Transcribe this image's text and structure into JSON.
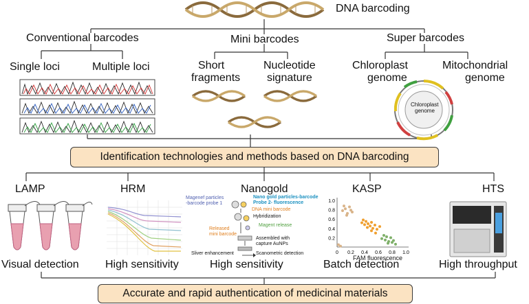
{
  "title": "DNA barcoding",
  "categories": {
    "conventional": "Conventional barcodes",
    "mini": "Mini barcodes",
    "super": "Super barcodes"
  },
  "subcategories": {
    "single_loci": "Single loci",
    "multiple_loci": "Multiple loci",
    "short_fragments_line1": "Short",
    "short_fragments_line2": "fragments",
    "nucleotide_line1": "Nucleotide",
    "nucleotide_line2": "signature",
    "chloroplast_line1": "Chloroplast",
    "chloroplast_line2": "genome",
    "mitochondrial_line1": "Mitochondrial",
    "mitochondrial_line2": "genome",
    "circle_label_line1": "Chloroplast",
    "circle_label_line2": "genome"
  },
  "middle_box": "Identification technologies and methods based on DNA barcoding",
  "methods": {
    "lamp": "LAMP",
    "hrm": "HRM",
    "nanogold": "Nanogold",
    "kasp": "KASP",
    "hts": "HTS"
  },
  "outcomes": {
    "lamp": "Visual detection",
    "hrm": "High sensitivity",
    "nanogold": "High sensitivity",
    "kasp": "Batch detection",
    "hts": "High throughput"
  },
  "nanogold_labels": {
    "magnef": "Magenef particles\n-barcode probe 1",
    "nano_gold": "Nano gold particles-barcode\nProbe 2- fluorescence",
    "dna_mini": "DNA mini barcode",
    "hybridization": "Hybridization",
    "magent_release": "Magent release",
    "released": "Released\nmini barcode",
    "assembled": "Assembled with\ncapture AuNPs",
    "sliver": "Sliver enhancement",
    "scanometric": "Scanometric detection"
  },
  "kasp_plot": {
    "xlabel": "FAM fluorescence",
    "x_ticks": [
      "0",
      "0.2",
      "0.4",
      "0.6",
      "0.8",
      "1.0"
    ],
    "y_ticks": [
      "0",
      "0.2",
      "0.4",
      "0.6",
      "0.8",
      "1.0"
    ]
  },
  "bottom_box": "Accurate and rapid authentication of medicinal materials",
  "colors": {
    "box_fill": "#fbe3c2",
    "helix_a": "#8a6a3c",
    "helix_b": "#c9a86a",
    "kasp_tan": "#d9b48a",
    "kasp_orange": "#f0a030",
    "kasp_green": "#7fb06a"
  },
  "chart_data": {
    "type": "scatter",
    "xlabel": "FAM fluorescence",
    "xlim": [
      0,
      1.0
    ],
    "ylim": [
      0,
      1.0
    ],
    "series": [
      {
        "color": "#d9b48a",
        "x": [
          0.08,
          0.12,
          0.15,
          0.18,
          0.2,
          0.22,
          0.1,
          0.14,
          0.02,
          0.05
        ],
        "y": [
          0.78,
          0.82,
          0.72,
          0.86,
          0.79,
          0.75,
          0.88,
          0.68,
          0.05,
          0.02
        ]
      },
      {
        "color": "#f0a030",
        "x": [
          0.36,
          0.4,
          0.42,
          0.45,
          0.48,
          0.5,
          0.52,
          0.55,
          0.58,
          0.44,
          0.5,
          0.62,
          0.38,
          0.56
        ],
        "y": [
          0.52,
          0.48,
          0.55,
          0.5,
          0.45,
          0.53,
          0.4,
          0.47,
          0.38,
          0.42,
          0.35,
          0.44,
          0.58,
          0.3
        ]
      },
      {
        "color": "#7fb06a",
        "x": [
          0.65,
          0.7,
          0.72,
          0.75,
          0.78,
          0.8,
          0.68,
          0.74,
          0.82,
          0.85
        ],
        "y": [
          0.18,
          0.15,
          0.22,
          0.12,
          0.2,
          0.1,
          0.25,
          0.08,
          0.14,
          0.06
        ]
      }
    ]
  }
}
